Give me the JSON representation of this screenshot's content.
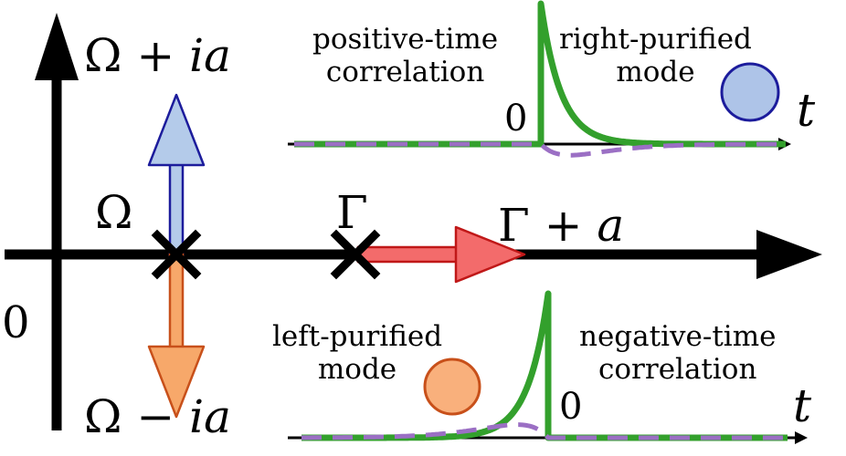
{
  "axes": {
    "origin_label": "0",
    "imag_axis_label": {
      "main": "Ω + ",
      "italic": "ia"
    },
    "lower_label": {
      "main": "Ω − ",
      "italic": "ia"
    }
  },
  "poles": {
    "omega_label": "Ω",
    "gamma_label": "Γ",
    "gamma_shift_label": {
      "main": "Γ + ",
      "italic": "a"
    }
  },
  "top_panel": {
    "left_text": [
      "positive-time",
      "correlation"
    ],
    "right_text": [
      "right-purified",
      "mode"
    ],
    "zero_label": "0",
    "axis_label": "t",
    "circle_fill": "#aec4e8",
    "circle_stroke": "#1c1c9c"
  },
  "bottom_panel": {
    "left_text": [
      "left-purified",
      "mode"
    ],
    "right_text": [
      "negative-time",
      "correlation"
    ],
    "zero_label": "0",
    "axis_label": "t",
    "circle_fill": "#f9b07c",
    "circle_stroke": "#c8501a"
  },
  "colors": {
    "curve_green": "#33a02c",
    "curve_purple": "#9b6fc4",
    "arrow_blue": "#b4cbea",
    "arrow_blue_edge": "#1c1c9c",
    "arrow_orange": "#f7a86a",
    "arrow_orange_edge": "#c8501a",
    "arrow_red": "#f36b6b",
    "arrow_red_edge": "#c01818"
  }
}
